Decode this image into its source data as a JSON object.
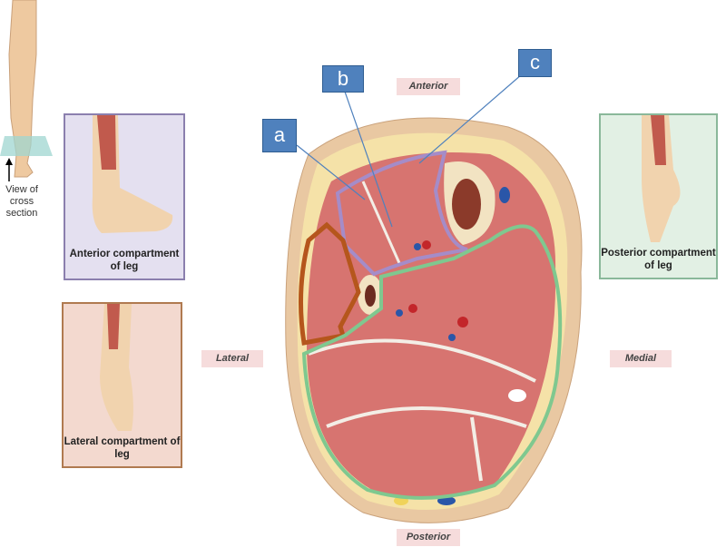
{
  "view_caption": "View of cross section",
  "panels": {
    "anterior": "Anterior compartment of leg",
    "lateral": "Lateral compartment of leg",
    "posterior": "Posterior compartment of leg"
  },
  "directions": {
    "anterior": "Anterior",
    "lateral": "Lateral",
    "medial": "Medial",
    "posterior": "Posterior"
  },
  "callouts": {
    "a": "a",
    "b": "b",
    "c": "c"
  },
  "colors": {
    "callout": "#4f81bd",
    "anterior_outline": "#a58cc8",
    "lateral_outline": "#b5561c",
    "posterior_outline": "#7fc88f",
    "muscle": "#d77470"
  }
}
